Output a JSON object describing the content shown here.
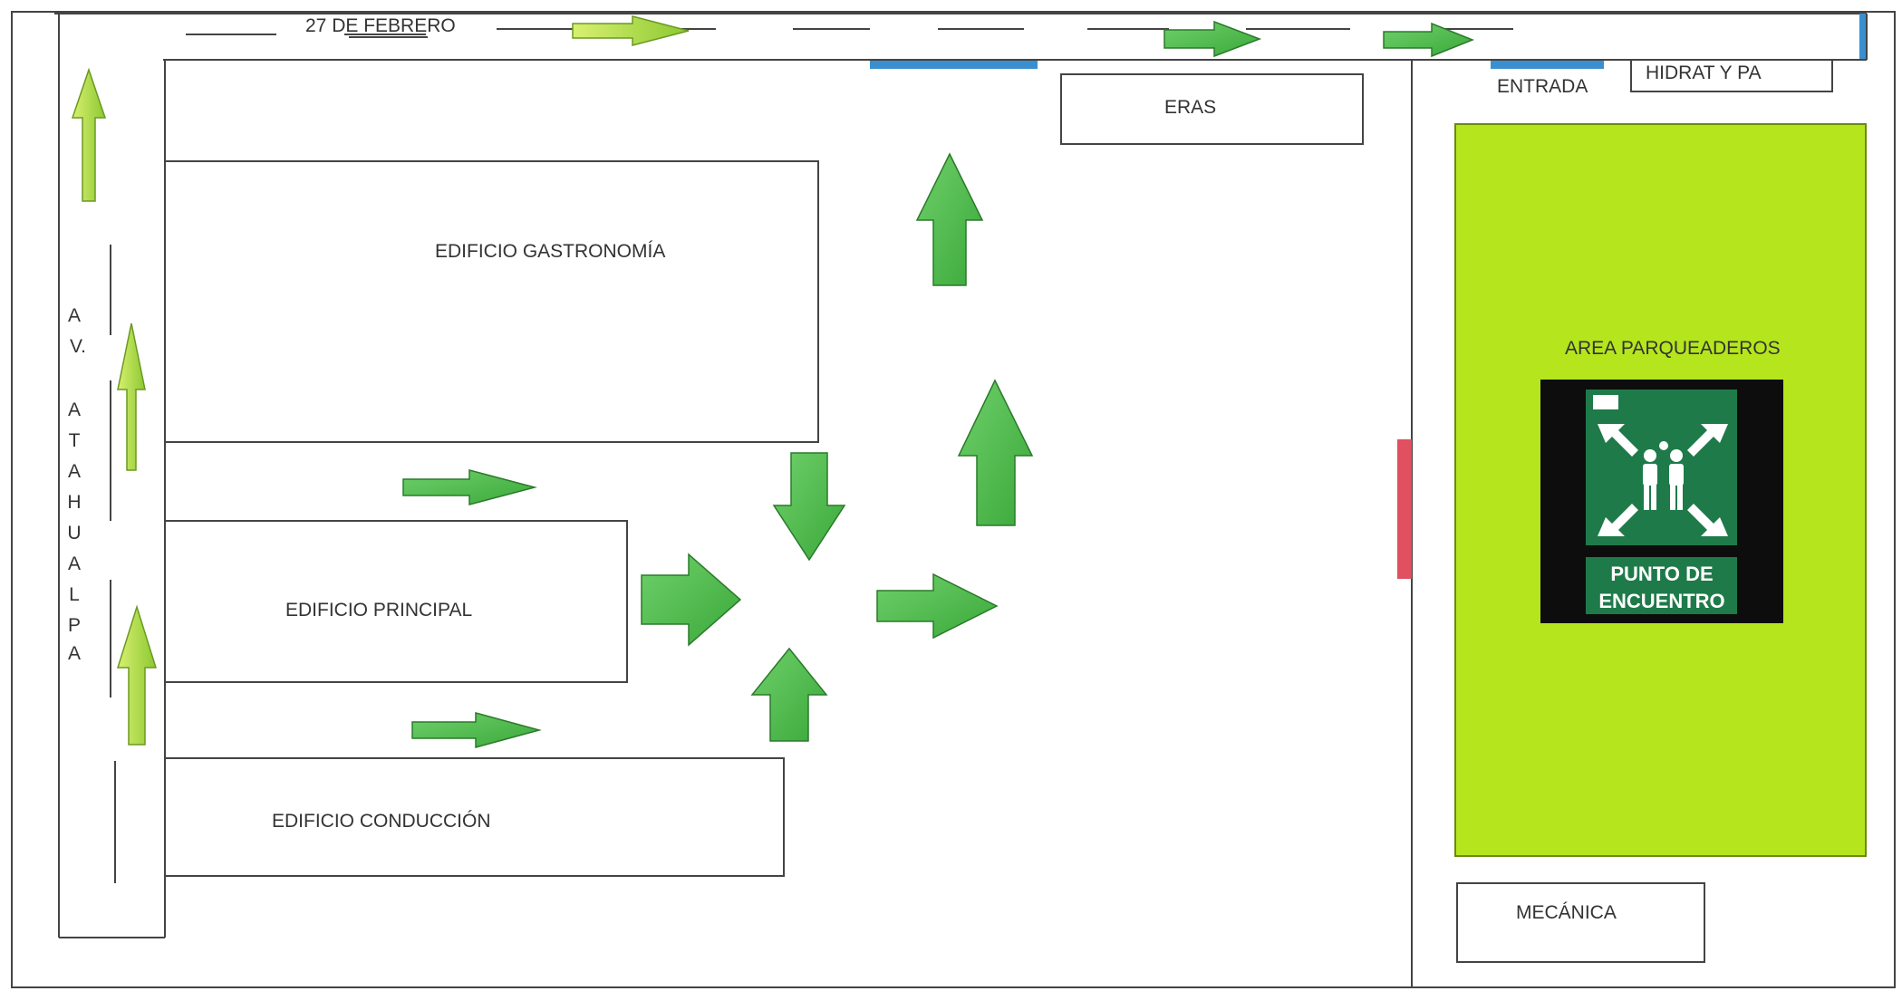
{
  "streets": {
    "top": "27 DE FEBRERO",
    "left_letters": [
      "A",
      "V.",
      "A",
      "T",
      "A",
      "H",
      "U",
      "A",
      "L",
      "P",
      "A"
    ]
  },
  "buildings": {
    "gastronomia": "EDIFICIO GASTRONOMÍA",
    "principal": "EDIFICIO PRINCIPAL",
    "conduccion": "EDIFICIO CONDUCCIÓN",
    "eras": "ERAS",
    "mecanica": "MECÁNICA",
    "hidrat": "HIDRAT Y PA"
  },
  "labels": {
    "entrada": "ENTRADA",
    "parking": "AREA PARQUEADEROS"
  },
  "sign": {
    "line1": "PUNTO DE",
    "line2": "ENCUENTRO",
    "logo": "SEÑAL"
  },
  "colors": {
    "evac_arrow": "#4db848",
    "street_arrow": "#a8d83a",
    "parking_area": "#b5e61d",
    "sign_green": "#1f7a4a",
    "door_red": "#e05060",
    "exit_blue": "#3a8fd0"
  }
}
